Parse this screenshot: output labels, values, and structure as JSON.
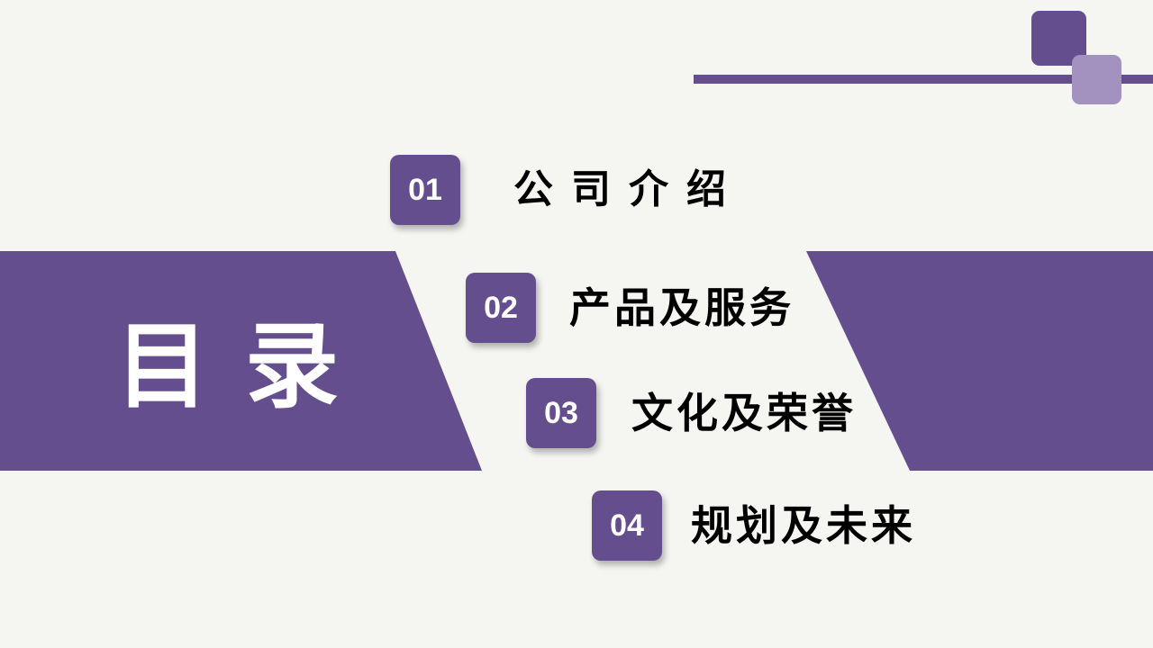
{
  "slide": {
    "title": "目录",
    "colors": {
      "background": "#f5f5f2",
      "primary_purple": "#654e8d",
      "light_purple": "#a392bf",
      "title_text": "#ffffff",
      "item_text": "#000000"
    },
    "toc_items": [
      {
        "number": "01",
        "label": "公司介绍"
      },
      {
        "number": "02",
        "label": "产品及服务"
      },
      {
        "number": "03",
        "label": "文化及荣誉"
      },
      {
        "number": "04",
        "label": "规划及未来"
      }
    ]
  }
}
